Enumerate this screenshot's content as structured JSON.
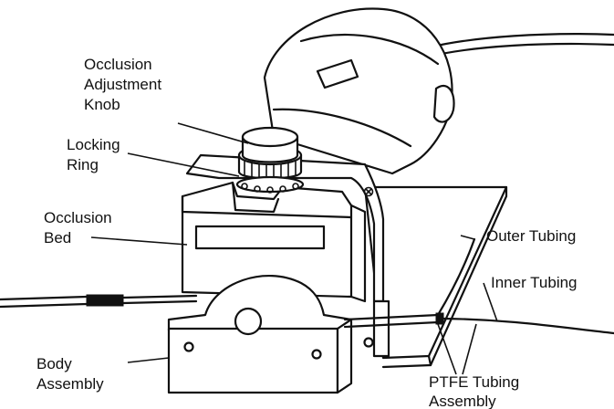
{
  "labels": {
    "occlusion_knob": [
      "Occlusion",
      "Adjustment",
      "Knob"
    ],
    "locking_ring": [
      "Locking",
      "Ring"
    ],
    "occlusion_bed": [
      "Occlusion",
      "Bed"
    ],
    "outer_tubing": "Outer Tubing",
    "inner_tubing": "Inner Tubing",
    "body_assembly": [
      "Body",
      "Assembly"
    ],
    "ptfe_tubing": [
      "PTFE Tubing",
      "Assembly"
    ]
  },
  "colors": {
    "line": "#111111",
    "background": "#ffffff"
  }
}
